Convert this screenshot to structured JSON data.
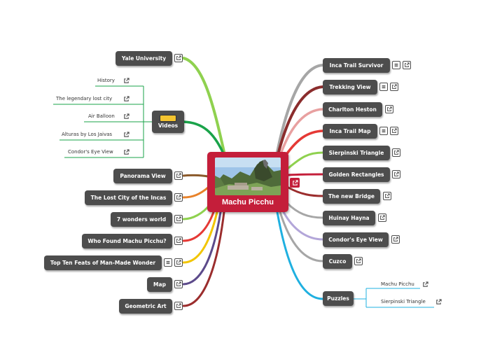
{
  "central": {
    "title": "Machu Picchu"
  },
  "left_nodes": {
    "yale": "Yale University",
    "videos": "Videos",
    "panorama": "Panorama View",
    "lost_city": "The Lost City of the Incas",
    "seven_wonders": "7 wonders world",
    "who_found": "Who Found Machu Picchu?",
    "top_ten": "Top Ten Feats of Man-Made Wonder",
    "map": "Map",
    "geometric": "Geometric Art"
  },
  "videos_leaves": [
    "History",
    "The legendary lost city",
    "Air Balloon",
    "Alturas by Los Jaivas",
    "Condor's Eye View"
  ],
  "right_nodes": {
    "inca_trail": "Inca Trail Survivor",
    "trekking": "Trekking View",
    "charlton": "Charlton Heston",
    "inca_map": "Inca Trail Map",
    "sierpinski": "Sierpinski Triangle",
    "golden": "Golden Rectangles",
    "bridge": "The new Bridge",
    "huinay": "Huinay Hayna",
    "condor": "Condor's Eye View",
    "cuzco": "Cuzco",
    "puzzles": "Puzzles"
  },
  "puzzles_leaves": [
    "Machu Picchu",
    "Sierpinski Triangle"
  ],
  "colors": {
    "central": "#c41e3a",
    "node": "#4d4d4d",
    "branch_green_light": "#8fd14f",
    "branch_green": "#1aa34a",
    "branch_brown": "#8b5a2b",
    "branch_orange": "#e8822a",
    "branch_red": "#e53935",
    "branch_yellow": "#f2c500",
    "branch_purple": "#5c4a8a",
    "branch_darkred": "#9b2d2d",
    "branch_grey": "#a6a6a6",
    "branch_pink": "#e8a0a0",
    "branch_lavender": "#b3a6d9",
    "branch_blue": "#1fb0e0"
  }
}
